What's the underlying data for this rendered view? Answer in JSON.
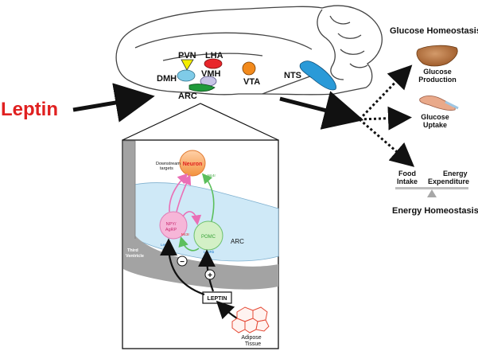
{
  "labels": {
    "leptin": "Leptin",
    "pvn": "PVN",
    "lha": "LHA",
    "dmh": "DMH",
    "vmh": "VMH",
    "vta": "VTA",
    "nts": "NTS",
    "arc": "ARC",
    "glucose_homeostasis": "Glucose Homeostasis",
    "glucose_production_1": "Glucose",
    "glucose_production_2": "Production",
    "glucose_uptake_1": "Glucose",
    "glucose_uptake_2": "Uptake",
    "food_1": "Food",
    "food_2": "Intake",
    "energy_1": "Energy",
    "energy_2": "Expenditure",
    "energy_homeostasis": "Energy Homeostasis"
  },
  "inset": {
    "downstream_1": "Downstream",
    "downstream_2": "targets",
    "neuron": "Neuron",
    "mc4r_top": "Mc4r",
    "npy_1": "NPY/",
    "npy_2": "AgRP",
    "mc3r": "Mc3r",
    "leprb_left": "LepRb",
    "pomc": "POMC",
    "leprb_right": "LepRb",
    "arc": "ARC",
    "third_1": "Third",
    "third_2": "Ventricle",
    "minus": "−",
    "plus": "+",
    "leptin_box": "LEPTIN",
    "adipose_1": "Adipose",
    "adipose_2": "Tissue"
  },
  "colors": {
    "leptin_red": "#e02020",
    "pvn_yellow": "#f4ee00",
    "lha_red": "#e8262b",
    "dmh_blue": "#7fcbe8",
    "vmh_lavender": "#c8c4e6",
    "arc_green": "#1f9a3a",
    "vta_orange": "#f28a1c",
    "nts_blue": "#2a9ad8",
    "ventricle_gray": "#a3a3a3",
    "arc_region_blue": "#cfe9f7",
    "neuron_orange": "#f7a25c",
    "npy_pink": "#f6b6d8",
    "pomc_green": "#d3f0c6",
    "adipose_red": "#e54935",
    "liver_brown": "#b0703e"
  }
}
